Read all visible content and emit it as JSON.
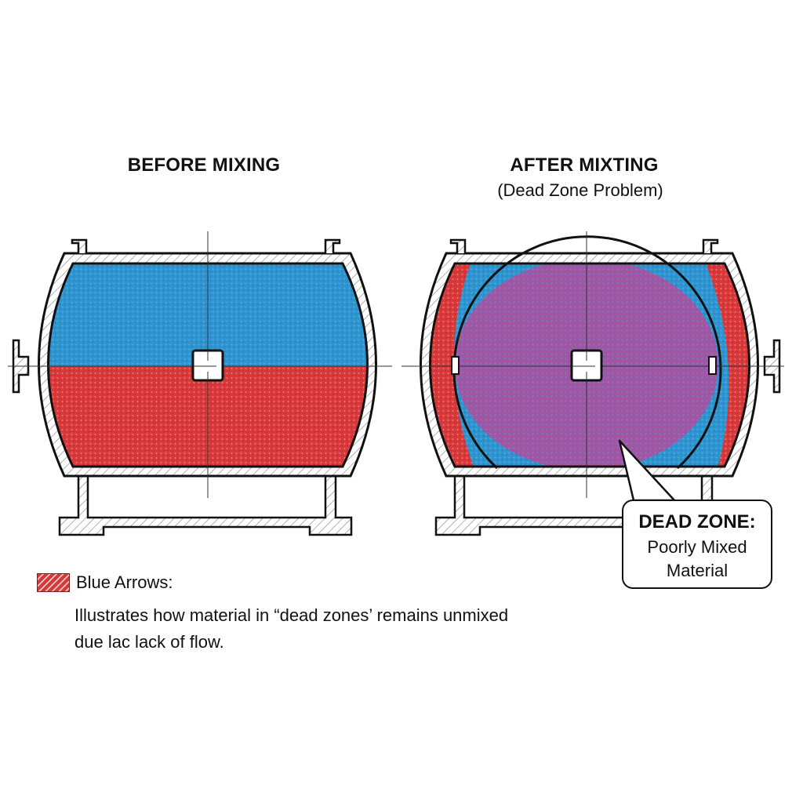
{
  "left_panel": {
    "title": "BEFORE MIXING",
    "top_layer": "blue",
    "bottom_layer": "red"
  },
  "right_panel": {
    "title": "AFTER MIXTING",
    "subtitle": "(Dead Zone Problem)",
    "regions": [
      "red outer dead zone",
      "blue intermediate band",
      "purple well-mixed core"
    ]
  },
  "callout": {
    "title": "DEAD ZONE:",
    "line1": "Poorly Mixed",
    "line2": "Material"
  },
  "legend": {
    "swatch": "red-hatched-icon",
    "label": "Blue Arrows:"
  },
  "description": {
    "line1": "Illustrates how material in “dead zones’ remains unmixed",
    "line2": "due lac lack of flow."
  },
  "colors": {
    "blue": "#2f95d0",
    "red": "#d83a3c",
    "purple": "#9a5aa8",
    "outline": "#111111",
    "hatch": "#888888"
  }
}
